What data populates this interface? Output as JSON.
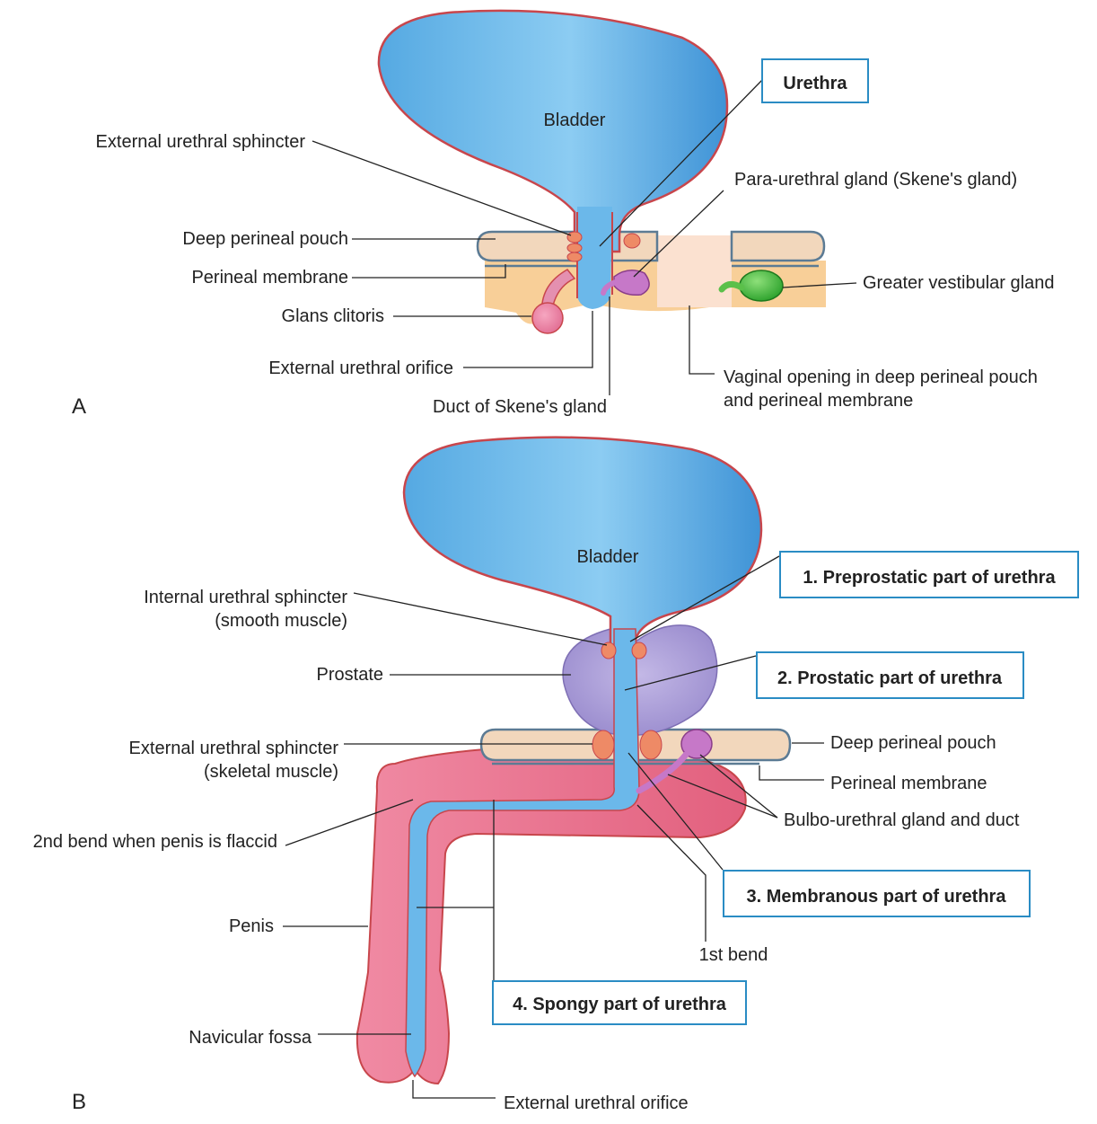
{
  "colors": {
    "bladder": "#5fb2e8",
    "bladder_outline": "#c8464c",
    "box_border": "#2a8cc4",
    "membrane": "#f2d7bc",
    "membrane_border": "#5c7b94",
    "tissue": "#f8cf98",
    "sphincter": "#ee8a66",
    "gland_purple": "#c678c8",
    "gland_green": "#3db83a",
    "prostate": "#a89bd4",
    "penis": "#e96e8a"
  },
  "panel_a": {
    "letter": "A",
    "bladder": "Bladder",
    "urethra_box": "Urethra",
    "labels": {
      "external_urethral_sphincter": "External urethral sphincter",
      "deep_perineal_pouch": "Deep perineal pouch",
      "perineal_membrane": "Perineal membrane",
      "glans_clitoris": "Glans clitoris",
      "external_urethral_orifice": "External urethral orifice",
      "duct_of_skenes_gland": "Duct of Skene's gland",
      "para_urethral_gland": "Para-urethral gland (Skene's gland)",
      "greater_vestibular_gland": "Greater vestibular gland",
      "vaginal_opening_line1": "Vaginal opening in deep perineal pouch",
      "vaginal_opening_line2": "and perineal membrane"
    }
  },
  "panel_b": {
    "letter": "B",
    "bladder": "Bladder",
    "boxes": {
      "preprostatic": "1. Preprostatic part of urethra",
      "prostatic": "2. Prostatic part of urethra",
      "membranous": "3. Membranous part of urethra",
      "spongy": "4. Spongy part of urethra"
    },
    "labels": {
      "internal_sphincter_line1": "Internal urethral sphincter",
      "internal_sphincter_line2": "(smooth muscle)",
      "prostate": "Prostate",
      "external_sphincter_line1": "External urethral sphincter",
      "external_sphincter_line2": "(skeletal muscle)",
      "second_bend": "2nd bend when penis is flaccid",
      "penis": "Penis",
      "navicular_fossa": "Navicular fossa",
      "external_urethral_orifice": "External urethral orifice",
      "deep_perineal_pouch": "Deep perineal pouch",
      "perineal_membrane": "Perineal membrane",
      "bulbo_urethral": "Bulbo-urethral gland and duct",
      "first_bend": "1st bend"
    }
  }
}
